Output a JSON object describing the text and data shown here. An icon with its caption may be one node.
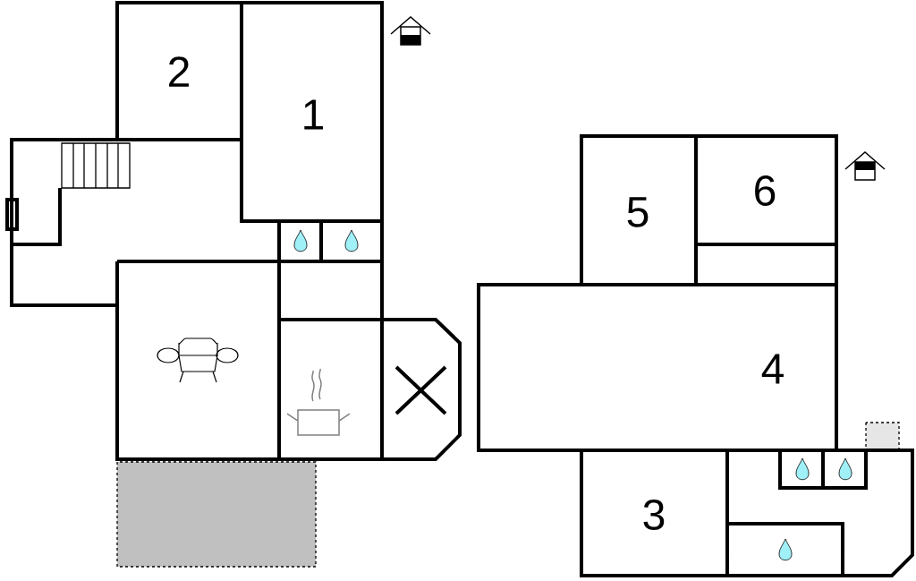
{
  "diagram": {
    "labels": [
      "2",
      "1",
      "6",
      "5",
      "4",
      "3"
    ]
  }
}
